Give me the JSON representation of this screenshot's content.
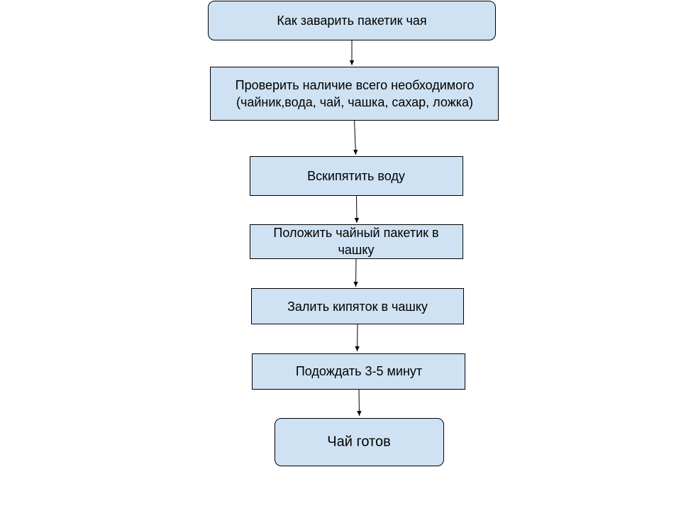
{
  "diagram": {
    "nodes": [
      {
        "id": "start",
        "shape": "terminal",
        "lines": [
          "Как заварить пакетик чая"
        ]
      },
      {
        "id": "check",
        "shape": "process",
        "lines": [
          "Проверить наличие всего необходимого",
          "(чайник,вода, чай, чашка, сахар, ложка)"
        ]
      },
      {
        "id": "boil",
        "shape": "process",
        "lines": [
          "Вскипятить воду"
        ]
      },
      {
        "id": "bag",
        "shape": "process",
        "lines": [
          "Положить чайный пакетик в",
          "чашку"
        ]
      },
      {
        "id": "pour",
        "shape": "process",
        "lines": [
          "Залить кипяток в чашку"
        ]
      },
      {
        "id": "wait",
        "shape": "process",
        "lines": [
          "Подождать 3-5 минут"
        ]
      },
      {
        "id": "end",
        "shape": "terminal",
        "lines": [
          "Чай готов"
        ]
      }
    ],
    "edges": [
      {
        "from": "start",
        "to": "check"
      },
      {
        "from": "check",
        "to": "boil"
      },
      {
        "from": "boil",
        "to": "bag"
      },
      {
        "from": "bag",
        "to": "pour"
      },
      {
        "from": "pour",
        "to": "wait"
      },
      {
        "from": "wait",
        "to": "end"
      }
    ],
    "colors": {
      "box_fill": "#cfe2f3",
      "stroke": "#000000",
      "text": "#000000",
      "background": "#ffffff"
    }
  }
}
